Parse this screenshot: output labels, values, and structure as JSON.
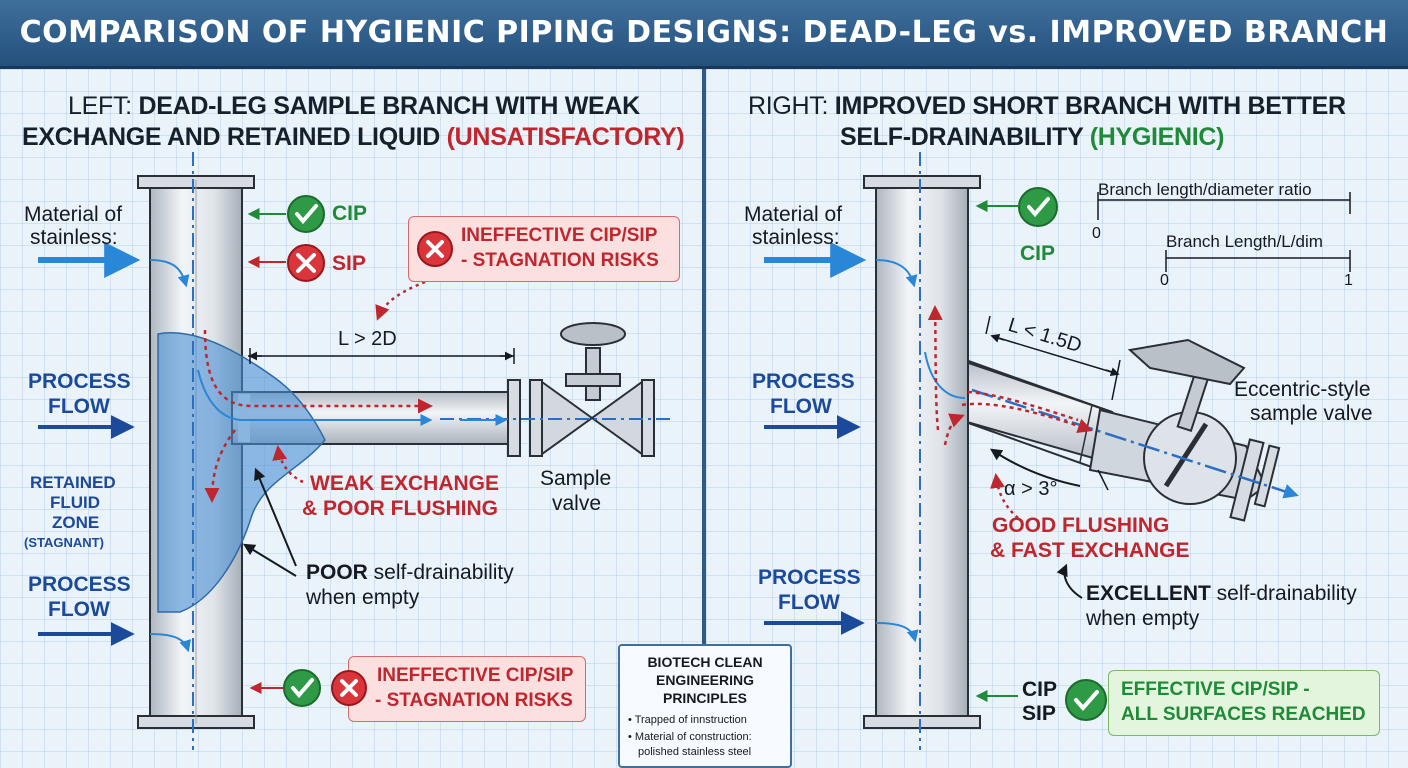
{
  "title": "COMPARISON OF HYGIENIC PIPING DESIGNS: DEAD-LEG vs. IMPROVED BRANCH",
  "colors": {
    "header": "#2d5a87",
    "bad": "#c0262d",
    "good": "#1f8a37",
    "flow": "#1c4a9a",
    "water": "#4a8fd4"
  },
  "left": {
    "heading_prefix": "LEFT: ",
    "heading_line1": "DEAD-LEG SAMPLE BRANCH WITH WEAK",
    "heading_line2": "EXCHANGE AND RETAINED LIQUID ",
    "heading_status": "(UNSATISFACTORY)",
    "material_line1": "Material of",
    "material_line2": "stainless:",
    "cip_label": "CIP",
    "sip_label": "SIP",
    "callout_top_line1": "INEFFECTIVE CIP/SIP",
    "callout_top_line2": "- STAGNATION RISKS",
    "dimension": "L > 2D",
    "process_flow_1a": "PROCESS",
    "process_flow_1b": "FLOW",
    "process_flow_2a": "PROCESS",
    "process_flow_2b": "FLOW",
    "retained_1": "RETAINED",
    "retained_2": "FLUID",
    "retained_3": "ZONE",
    "retained_4": "(STAGNANT)",
    "weak_1": "WEAK EXCHANGE",
    "weak_2": "& POOR FLUSHING",
    "sample_1": "Sample",
    "sample_2": "valve",
    "drain_bold": "POOR",
    "drain_rest": " self-drainability",
    "drain_2": "when empty",
    "callout_bottom_line1": "INEFFECTIVE CIP/SIP",
    "callout_bottom_line2": "- STAGNATION RISKS"
  },
  "principles": {
    "title_1": "BIOTECH CLEAN",
    "title_2": "ENGINEERING",
    "title_3": "PRINCIPLES",
    "bullet_1": "• Trapped of innstruction",
    "bullet_2a": "• Material of construction:",
    "bullet_2b": "polished stainless steel"
  },
  "right": {
    "heading_prefix": "RIGHT: ",
    "heading_line1": "IMPROVED SHORT BRANCH WITH BETTER",
    "heading_line2": "SELF-DRAINABILITY ",
    "heading_status": "(HYGIENIC)",
    "material_line1": "Material of",
    "material_line2": "stainless:",
    "cip_label": "CIP",
    "scale1_label": "Branch length/diameter ratio",
    "scale1_start": "0",
    "scale2_label": "Branch Length/L/dim",
    "scale2_start": "0",
    "scale2_end": "1",
    "dimension": "L < 1.5D",
    "eccentric_1": "Eccentric-style",
    "eccentric_2": "sample valve",
    "process_flow_1a": "PROCESS",
    "process_flow_1b": "FLOW",
    "process_flow_2a": "PROCESS",
    "process_flow_2b": "FLOW",
    "angle": "α > 3°",
    "good_1": "GOOD FLUSHING",
    "good_2": "& FAST EXCHANGE",
    "drain_bold": "EXCELLENT",
    "drain_rest": " self-drainability",
    "drain_2": "when empty",
    "cip_bottom": "CIP",
    "sip_bottom": "SIP",
    "callout_bottom_line1": "EFFECTIVE CIP/SIP -",
    "callout_bottom_line2": "ALL SURFACES REACHED"
  }
}
